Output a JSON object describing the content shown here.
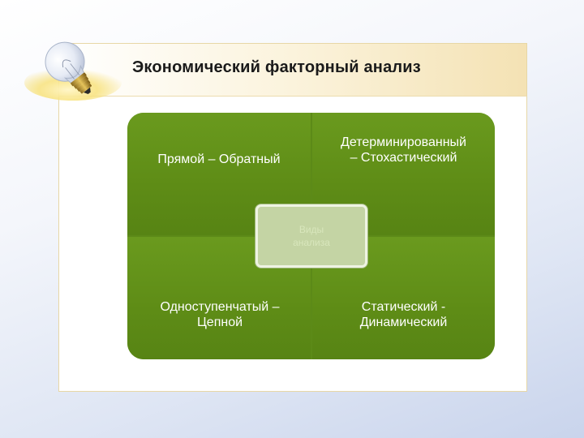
{
  "title": "Экономический факторный анализ",
  "quadrants": [
    {
      "label": "Прямой – Обратный"
    },
    {
      "label": "Детерминированный\n– Стохастический"
    },
    {
      "label": "Одноступенчатый –\nЦепной"
    },
    {
      "label": "Статический -\nДинамический"
    }
  ],
  "center": {
    "label": "Виды\nанализа"
  },
  "icons": {
    "decoration": "lightbulb-icon"
  },
  "colors": {
    "quadrant_green": "#5e8c16",
    "center_fill": "#c4d4a4",
    "title_band_accent": "#f4e2b4"
  }
}
